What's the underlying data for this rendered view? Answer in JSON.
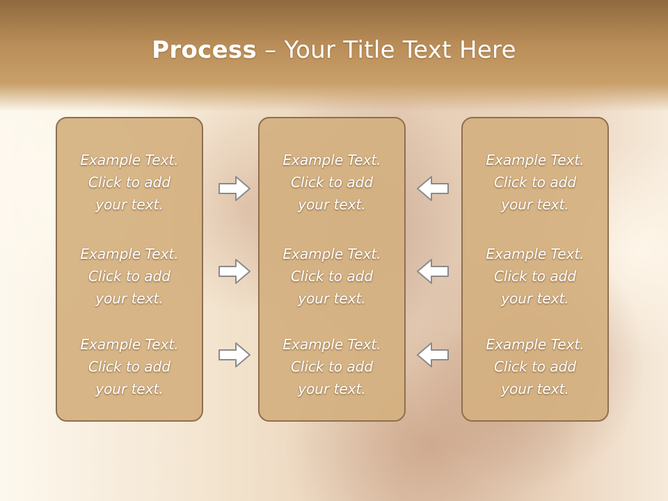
{
  "title": {
    "bold": "Process",
    "rest": " – Your Title Text Here"
  },
  "columns": [
    {
      "cells": [
        {
          "line1": "Example Text.",
          "line2": "Click  to add",
          "line3": "your text."
        },
        {
          "line1": "Example Text.",
          "line2": "Click  to add",
          "line3": "your text."
        },
        {
          "line1": "Example Text.",
          "line2": "Click  to add",
          "line3": "your text."
        }
      ]
    },
    {
      "cells": [
        {
          "line1": "Example Text.",
          "line2": "Click  to add",
          "line3": "your text."
        },
        {
          "line1": "Example Text.",
          "line2": "Click  to add",
          "line3": "your text."
        },
        {
          "line1": "Example Text.",
          "line2": "Click  to add",
          "line3": "your text."
        }
      ]
    },
    {
      "cells": [
        {
          "line1": "Example Text.",
          "line2": "Click  to add",
          "line3": "your text."
        },
        {
          "line1": "Example Text.",
          "line2": "Click  to add",
          "line3": "your text."
        },
        {
          "line1": "Example Text.",
          "line2": "Click  to add",
          "line3": "your text."
        }
      ]
    }
  ],
  "icons": {
    "right": "arrow-right-icon",
    "left": "arrow-left-icon"
  },
  "colors": {
    "header": "#b98d58",
    "box": "#d4b080",
    "box_border": "#8e6f4d",
    "arrow_fill": "#ffffff",
    "arrow_stroke": "#8a8a8a"
  }
}
